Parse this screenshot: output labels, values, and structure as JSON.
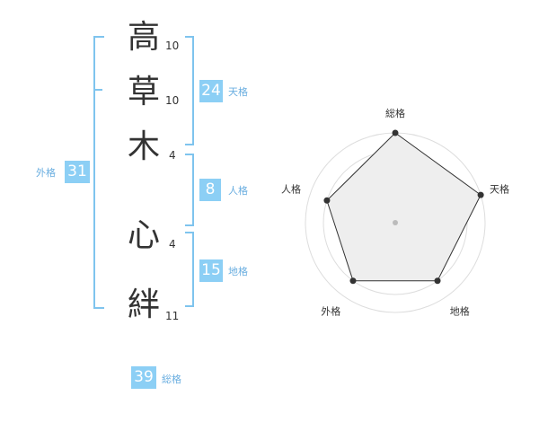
{
  "characters": [
    {
      "char": "高",
      "strokes": "10"
    },
    {
      "char": "草",
      "strokes": "10"
    },
    {
      "char": "木",
      "strokes": "4"
    },
    {
      "char": "心",
      "strokes": "4"
    },
    {
      "char": "絆",
      "strokes": "11"
    }
  ],
  "fortunes": {
    "tenkaku": {
      "value": "24",
      "label": "天格"
    },
    "jinkaku": {
      "value": "8",
      "label": "人格"
    },
    "chikaku": {
      "value": "15",
      "label": "地格"
    },
    "gaikaku": {
      "value": "31",
      "label": "外格"
    },
    "soukaku": {
      "value": "39",
      "label": "総格"
    }
  },
  "radar": {
    "axes": [
      "総格",
      "天格",
      "地格",
      "外格",
      "人格"
    ],
    "values": [
      1.0,
      1.0,
      0.8,
      0.8,
      0.8
    ],
    "colors": {
      "fill": "#eeeeee",
      "stroke": "#333333",
      "grid": "#dddddd",
      "center": "#bbbbbb"
    }
  }
}
